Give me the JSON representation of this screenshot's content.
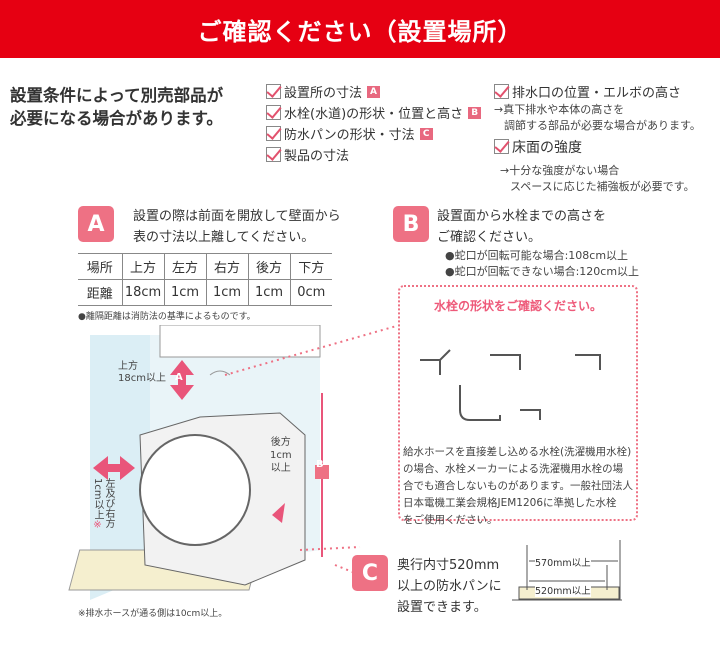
{
  "header": {
    "title": "ご確認ください（設置場所）"
  },
  "intro": {
    "line1": "設置条件によって別売部品が",
    "line2": "必要になる場合があります。"
  },
  "checklist_left": [
    {
      "label": "設置所の寸法",
      "tag": "A"
    },
    {
      "label": "水栓(水道)の形状・位置と高さ",
      "tag": "B"
    },
    {
      "label": "防水パンの形状・寸法",
      "tag": "C"
    },
    {
      "label": "製品の寸法",
      "tag": ""
    }
  ],
  "checklist_right": [
    {
      "label": "排水口の位置・エルボの高さ",
      "note1": "→真下排水や本体の高さを",
      "note2": "調節する部品が必要な場合があります。"
    },
    {
      "label": "床面の強度",
      "note1": "→十分な強度がない場合",
      "note2": "スペースに応じた補強板が必要です。"
    }
  ],
  "section_a": {
    "badge": "A",
    "line1": "設置の際は前面を開放して壁面から",
    "line2": "表の寸法以上離してください。",
    "table": {
      "headers": [
        "場所",
        "上方",
        "左方",
        "右方",
        "後方",
        "下方"
      ],
      "row": [
        "距離",
        "18cm",
        "1cm",
        "1cm",
        "1cm",
        "0cm"
      ]
    },
    "note": "●離隔距離は消防法の基準によるものです。",
    "illus": {
      "top": "上方",
      "top2": "18cm以上",
      "arrow": "A",
      "back1": "後方",
      "back2": "1cm",
      "back3": "以上",
      "side": "左及び右方1cm以上",
      "mark": "※",
      "B": "B"
    },
    "footnote": "※排水ホースが通る側は10cm以上。"
  },
  "section_b": {
    "badge": "B",
    "line1": "設置面から水栓までの高さを",
    "line2": "ご確認ください。",
    "b1": "●蛇口が回転可能な場合:108cm以上",
    "b2": "●蛇口が回転できない場合:120cm以上",
    "box_title": "水栓の形状をご確認ください。",
    "box_text": [
      "給水ホースを直接差し込める水栓(洗濯機用水栓)",
      "の場合、水栓メーカーによる洗濯機用水栓の場",
      "合でも適合しないものがあります。一般社団法人",
      "日本電機工業会規格JEM1206に準拠した水栓",
      "をご使用ください。"
    ]
  },
  "section_c": {
    "badge": "C",
    "line1": "奥行内寸520mm",
    "line2": "以上の防水パンに",
    "line3": "設置できます。",
    "dim1": "570mm以上",
    "dim2": "520mm以上"
  },
  "colors": {
    "header": "#e60012",
    "accent": "#ee7184"
  }
}
